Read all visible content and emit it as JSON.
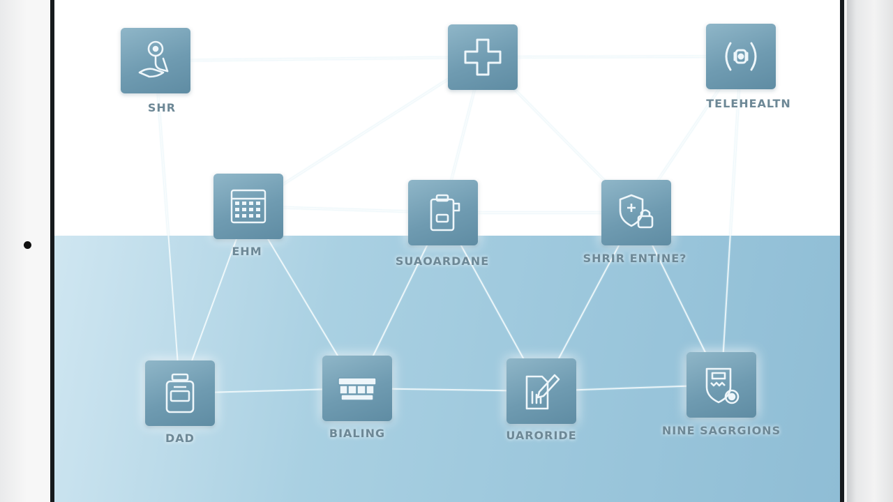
{
  "diagram": {
    "nodes": [
      {
        "id": "shr",
        "label": "SHR",
        "icon": "stethoscope-hand-icon"
      },
      {
        "id": "medical",
        "label": "",
        "icon": "medical-cross-icon"
      },
      {
        "id": "telehealth",
        "label": "TELEHEALTN",
        "icon": "telehealth-signal-icon"
      },
      {
        "id": "ehm",
        "label": "EHM",
        "icon": "calendar-grid-icon"
      },
      {
        "id": "guardrail",
        "label": "SUAOARDANE",
        "icon": "clipboard-wallet-icon"
      },
      {
        "id": "security",
        "label": "SHRIR ENTINE?",
        "icon": "shield-lock-icon"
      },
      {
        "id": "dad",
        "label": "DAD",
        "icon": "medicine-bottle-icon"
      },
      {
        "id": "billing",
        "label": "BIALING",
        "icon": "billing-blocks-icon"
      },
      {
        "id": "records",
        "label": "UARORIDE",
        "icon": "prescription-pen-icon"
      },
      {
        "id": "sagrions",
        "label": "NINE SAGRGIONS",
        "icon": "shield-badge-icon"
      }
    ],
    "edges": [
      [
        "shr",
        "medical"
      ],
      [
        "medical",
        "telehealth"
      ],
      [
        "shr",
        "dad"
      ],
      [
        "telehealth",
        "sagrions"
      ],
      [
        "medical",
        "ehm"
      ],
      [
        "medical",
        "guardrail"
      ],
      [
        "medical",
        "security"
      ],
      [
        "telehealth",
        "security"
      ],
      [
        "ehm",
        "guardrail"
      ],
      [
        "guardrail",
        "security"
      ],
      [
        "ehm",
        "dad"
      ],
      [
        "ehm",
        "billing"
      ],
      [
        "guardrail",
        "billing"
      ],
      [
        "guardrail",
        "records"
      ],
      [
        "security",
        "records"
      ],
      [
        "security",
        "sagrions"
      ],
      [
        "dad",
        "billing"
      ],
      [
        "billing",
        "records"
      ],
      [
        "records",
        "sagrions"
      ]
    ],
    "colors": {
      "node_fill": "#6f9bb1",
      "band": "#a9d0e2",
      "edge": "#ffffff",
      "label": "#6d8896"
    }
  }
}
